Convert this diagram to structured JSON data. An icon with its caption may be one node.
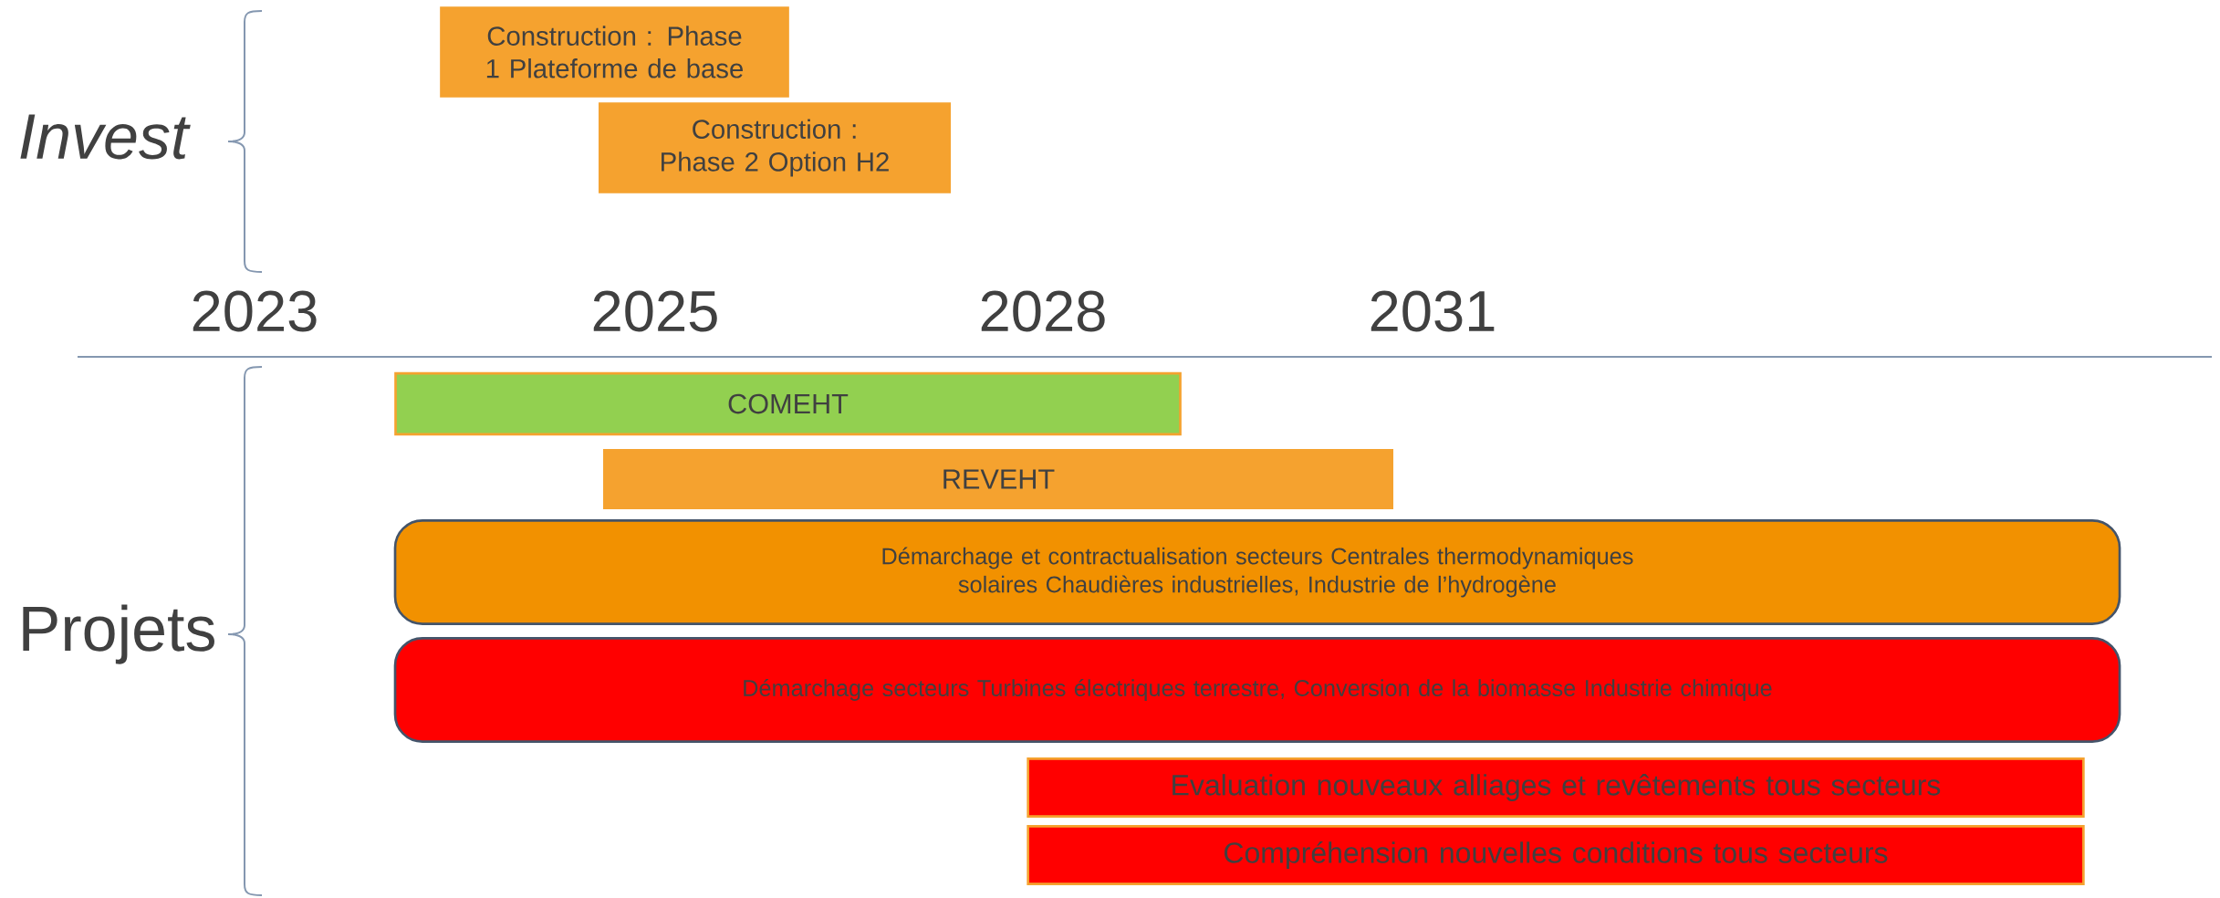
{
  "diagram": {
    "nodes": [
      {
        "text": [
          "Construction : Phase 1 Plateforme de base"
        ]
      },
      {
        "text": [
          "Construction : Phase 2 Option H2"
        ]
      },
      {
        "text": [
          "COMEHT"
        ]
      },
      {
        "text": [
          "REVEHT"
        ]
      },
      {
        "text": [
          "Démarchage et contractualisation secteurs Centrales thermodynamiques solaires Chaudières industrielles, Industrie de l’hydrogène"
        ]
      },
      {
        "text": [
          "Démarchage secteurs Turbines électriques terrestre, Conversion de la biomasse Industrie chimique"
        ]
      },
      {
        "text": [
          "Evaluation nouveaux alliages et revêtements tous secteurs"
        ]
      },
      {
        "text": [
          "Compréhension nouvelles conditions tous secteurs"
        ]
      }
    ],
    "labels": [
      "Invest",
      "2023",
      "2025",
      "2028",
      "2031",
      "Projets"
    ]
  }
}
